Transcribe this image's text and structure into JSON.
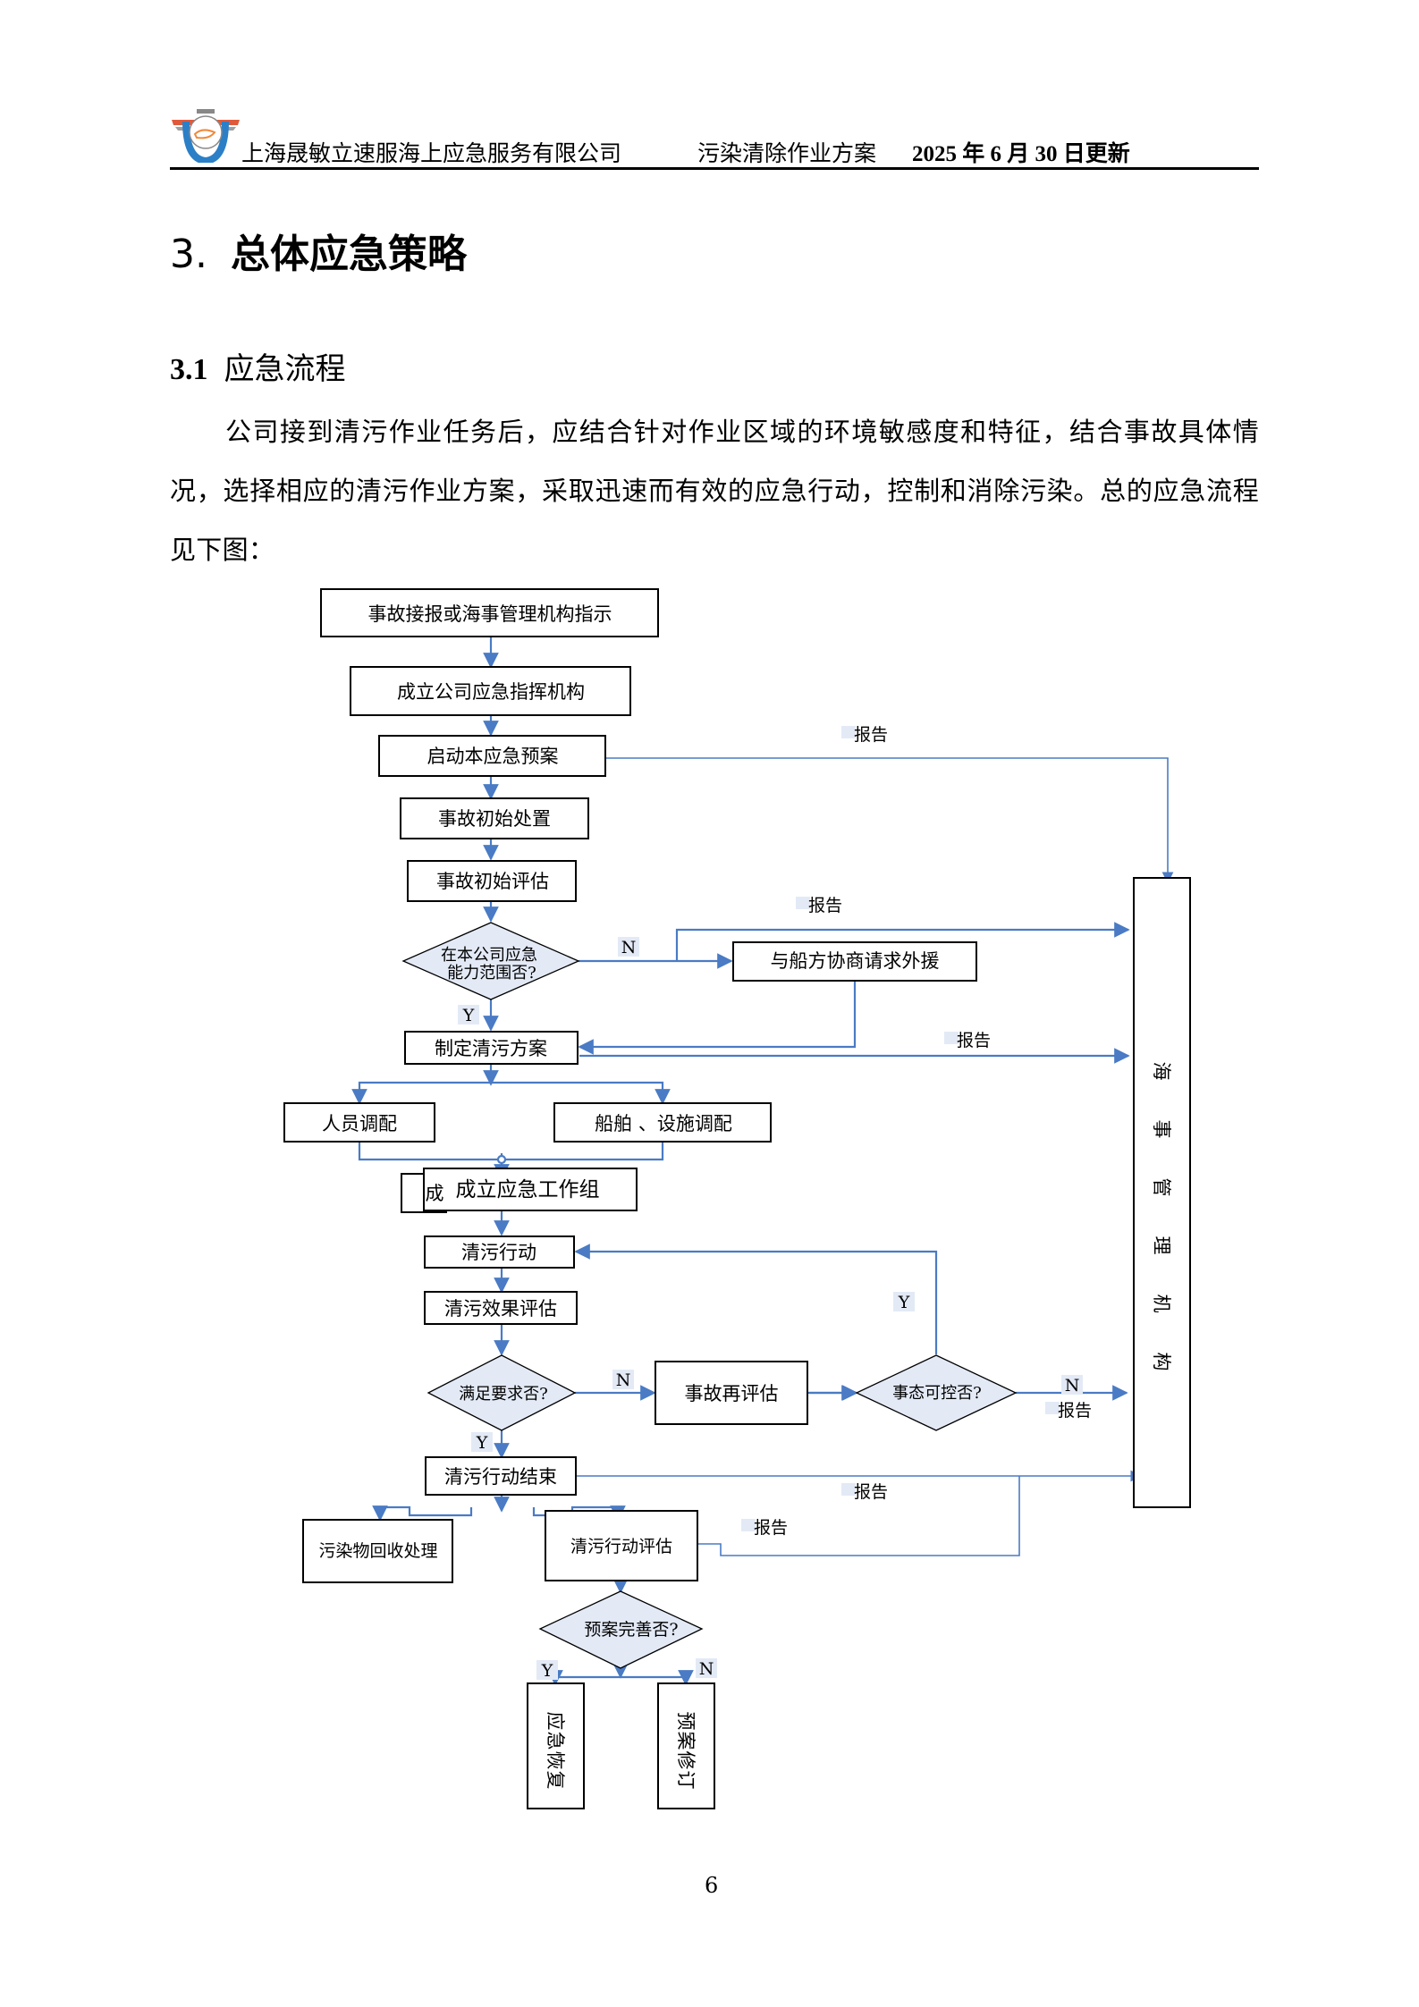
{
  "header": {
    "company": "上海晟敏立速服海上应急服务有限公司",
    "doc_title": "污染清除作业方案",
    "date": "2025 年 6 月 30 日更新"
  },
  "section": {
    "number": "3.",
    "title": "总体应急策略"
  },
  "subsection": {
    "number": "3.1",
    "title": "应急流程"
  },
  "paragraph": "公司接到清污作业任务后，应结合针对作业区域的环境敏感度和特征，结合事故具体情况，选择相应的清污作业方案，采取迅速而有效的应急行动，控制和消除污染。总的应急流程见下图：",
  "flowchart": {
    "colors": {
      "line": "#4a7bc4",
      "decision_fill": "#e3eaf6",
      "label_bg": "#e3eaf6",
      "box_border": "#000000"
    },
    "nodes": {
      "n1": "事故接报或海事管理机构指示",
      "n2": "成立公司应急指挥机构",
      "n3": "启动本应急预案",
      "n4": "事故初始处置",
      "n5": "事故初始评估",
      "d1_line1": "在本公司应急",
      "d1_line2": "能力范围否?",
      "n6": "与船方协商请求外援",
      "n7": "制定清污方案",
      "n8": "人员调配",
      "n9": "船舶 、设施调配",
      "n10_hidden": "成",
      "n10": "成立应急工作组",
      "n11": "清污行动",
      "n12": "清污效果评估",
      "d2": "满足要求否?",
      "n13": "事故再评估",
      "d3": "事态可控否?",
      "n14": "清污行动结束",
      "n15": "污染物回收处理",
      "n16": "清污行动评估",
      "d4": "预案完善否?",
      "n17": [
        "应",
        "急",
        "恢",
        "复"
      ],
      "n18": [
        "预",
        "案",
        "修",
        "订"
      ],
      "authority": [
        "海",
        "事",
        "管",
        "理",
        "机",
        "构"
      ]
    },
    "labels": {
      "report": "报告",
      "yes": "Y",
      "no": "N"
    }
  },
  "page_number": "6"
}
